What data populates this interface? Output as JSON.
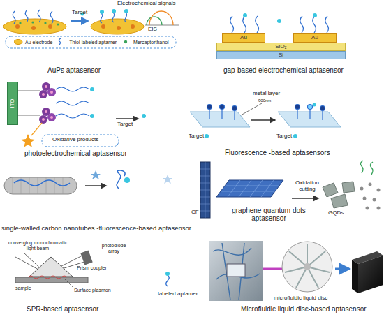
{
  "diagram": {
    "nodes": [
      {
        "text": [
          "Au"
        ]
      },
      {
        "text": [
          "Au"
        ]
      },
      {
        "text": [
          "SiO₂"
        ]
      },
      {
        "text": [
          "Si"
        ]
      },
      {
        "text": [
          "ITO"
        ]
      }
    ],
    "labels": [
      "Target",
      "Electrochemical signals",
      "EIS",
      "AuPs aptasensor",
      "gap-based electrochemical aptasensor",
      "Target",
      "Oxidative products",
      "photoelectrochemical aptasensor",
      "metal layer",
      "900nm",
      "Target",
      "Target",
      "Fluorescence -based aptasensors",
      "single-walled carbon nanotubes -fluorescence-based aptasensor",
      "Oxidation cutting",
      "graphene quantum dots aptasensor",
      "GQDs",
      "CF",
      "converging monochromatic light beam",
      "photodiode array",
      "Prism coupler",
      "sample",
      "Surface plasmon",
      "SPR-based aptasensor",
      "labeled aptamer",
      "microfluidic liquid disc",
      "Microfluidic liquid disc-based aptasensor"
    ],
    "legend": [
      {
        "text": "Au electrode"
      },
      {
        "text": "Thiol-labeled aptamer"
      },
      {
        "text": "Mercaptorthanol"
      }
    ]
  }
}
